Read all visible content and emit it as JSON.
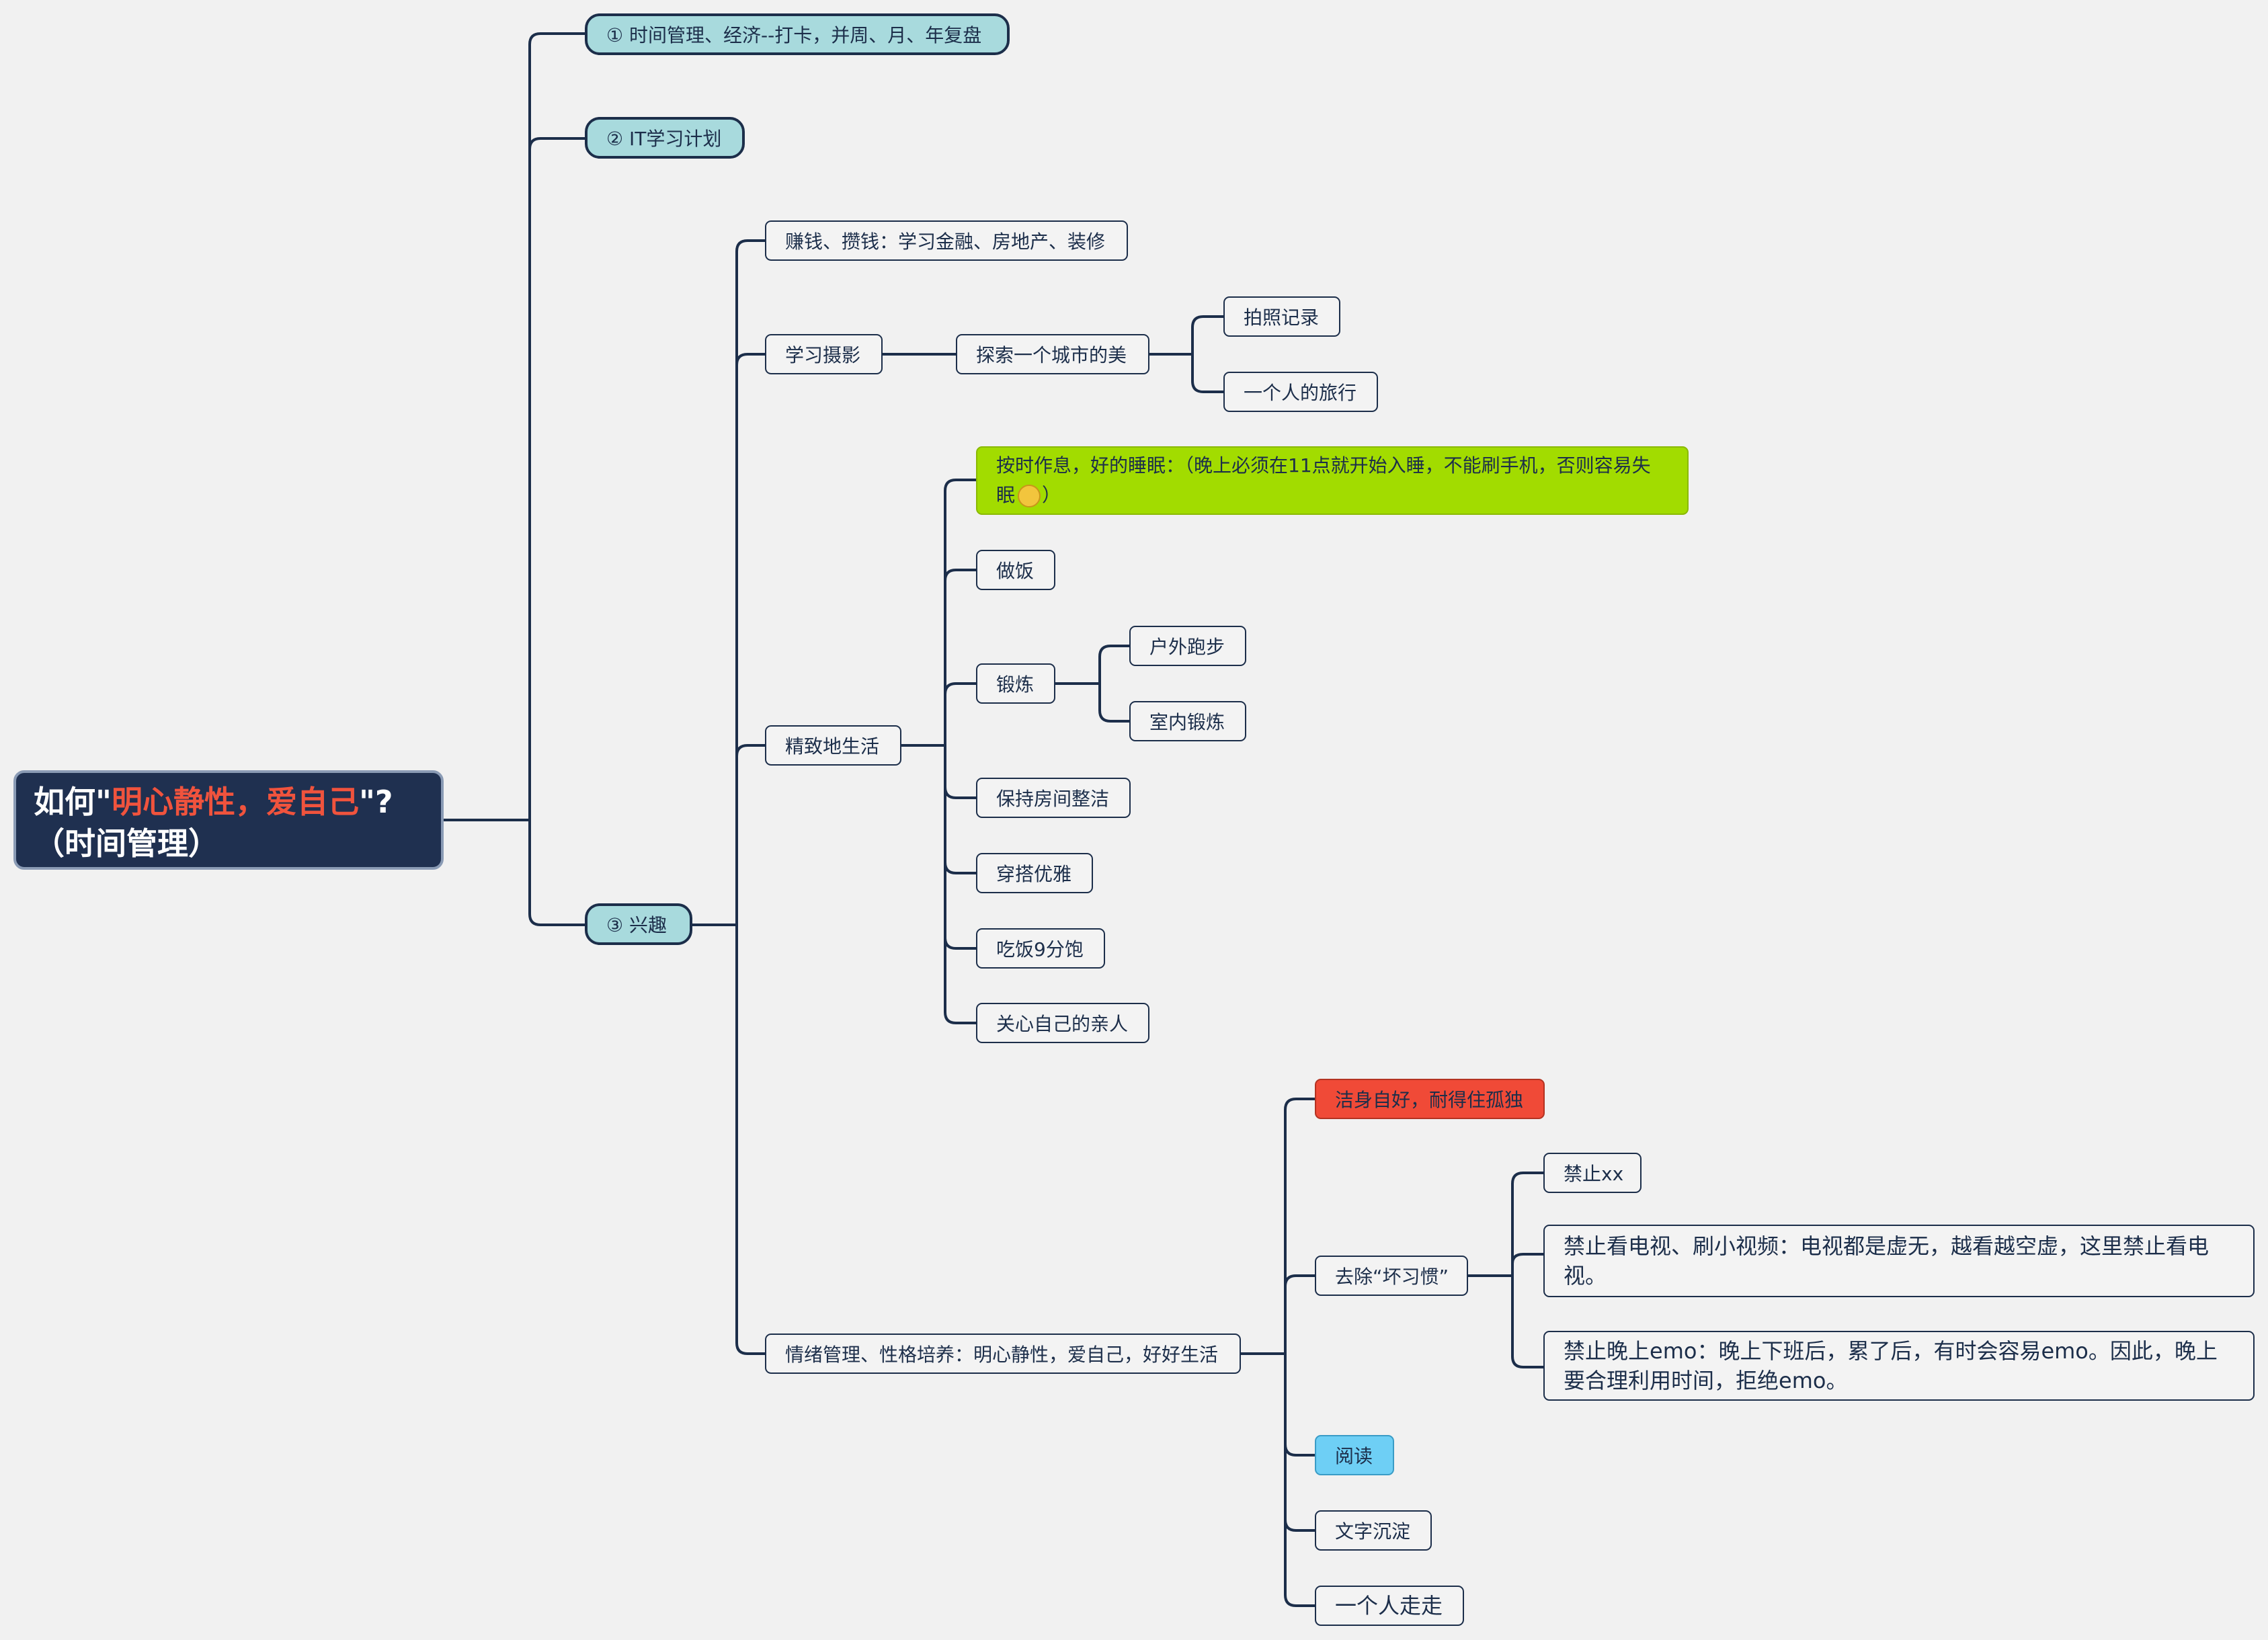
{
  "root": {
    "prefix": "如何\"",
    "highlight": "明心静性，爱自己",
    "suffix": "\"?",
    "line2": "（时间管理）"
  },
  "colors": {
    "line": "#1c2e4a",
    "root_bg": "#1f3050",
    "highlight": "#f0533d",
    "level1_bg": "#a8dadd",
    "green": "#a2dc00",
    "red": "#f04a37",
    "blue": "#6ecff5"
  },
  "branches": {
    "time_management": "① 时间管理、经济--打卡，并周、月、年复盘",
    "it_plan": "② IT学习计划",
    "hobby": {
      "label": "③ 兴趣",
      "money": "赚钱、攒钱：学习金融、房地产、装修",
      "photo": {
        "label": "学习摄影",
        "explore": "探索一个城市的美",
        "children": [
          "拍照记录",
          "一个人的旅行"
        ]
      },
      "life": {
        "label": "精致地生活",
        "sleep_before": "按时作息，好的睡眠：（晚上必须在11点就开始入睡，不能刷手机，否则容易失眠",
        "sleep_emoji": "laughing-emoji-icon",
        "sleep_after": "）",
        "cook": "做饭",
        "exercise": {
          "label": "锻炼",
          "children": [
            "户外跑步",
            "室内锻炼"
          ]
        },
        "tidy": "保持房间整洁",
        "dress": "穿搭优雅",
        "eat": "吃饭9分饱",
        "family": "关心自己的亲人"
      },
      "emotion": {
        "label": "情绪管理、性格培养：明心静性，爱自己，好好生活",
        "clean": "洁身自好，耐得住孤独",
        "bad_habits": {
          "label": "去除“坏习惯”",
          "ban_xx": "禁止xx",
          "ban_tv": "禁止看电视、刷小视频：电视都是虚无，越看越空虚，这里禁止看电视。",
          "ban_emo": "禁止晚上emo：晚上下班后，累了后，有时会容易emo。因此，晚上要合理利用时间，拒绝emo。"
        },
        "reading": "阅读",
        "writing": "文字沉淀",
        "walk": "一个人走走"
      }
    }
  }
}
